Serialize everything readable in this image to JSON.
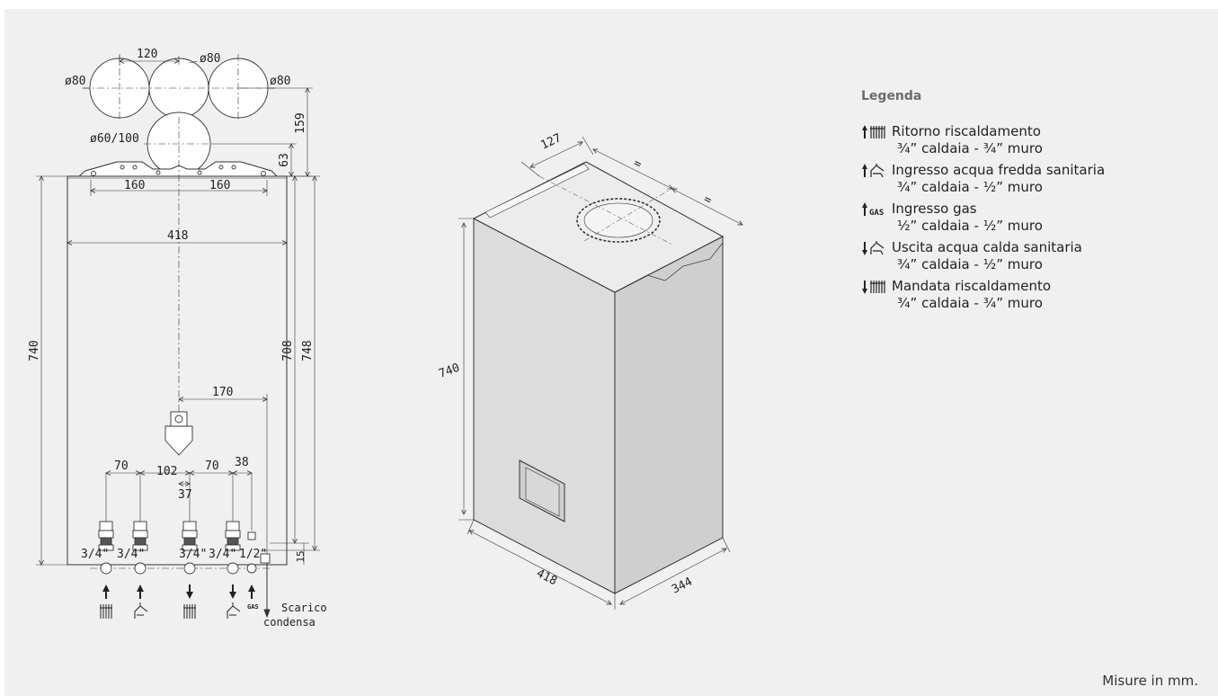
{
  "front_view": {
    "flue_diameters": [
      "ø80",
      "ø80",
      "ø80"
    ],
    "coaxial_flue": "ø60/100",
    "dim_flue_spacing": "120",
    "dim_flue_height": "159",
    "dim_coaxial_height": "63",
    "dim_bracket_left": "160",
    "dim_bracket_right": "160",
    "dim_width": "418",
    "dim_height_total": "740",
    "dim_height_708": "708",
    "dim_height_748": "748",
    "dim_170": "170",
    "dim_70_left": "70",
    "dim_102": "102",
    "dim_70_right": "70",
    "dim_38": "38",
    "dim_37": "37",
    "dim_15": "15",
    "connection_sizes": [
      "3/4\"",
      "3/4\"",
      "3/4\"",
      "3/4\"",
      "1/2\""
    ],
    "condensate_label_1": "Scarico",
    "condensate_label_2": "condensa",
    "gas_label": "GAS"
  },
  "iso_view": {
    "dim_depth_top": "127",
    "dim_height": "740",
    "dim_width": "418",
    "dim_depth": "344",
    "equal_mark": "="
  },
  "legend": {
    "title": "Legenda",
    "items": [
      {
        "icon": "heating-return-icon",
        "label": "Ritorno riscaldamento",
        "sub": "³⁄₄” caldaia - ³⁄₄” muro"
      },
      {
        "icon": "cold-water-inlet-icon",
        "label": "Ingresso acqua fredda sanitaria",
        "sub": "³⁄₄” caldaia - ¹⁄₂” muro"
      },
      {
        "icon": "gas-inlet-icon",
        "label": "Ingresso gas",
        "sub": "¹⁄₂” caldaia - ¹⁄₂” muro"
      },
      {
        "icon": "hot-water-outlet-icon",
        "label": "Uscita acqua calda sanitaria",
        "sub": "³⁄₄” caldaia - ¹⁄₂” muro"
      },
      {
        "icon": "heating-flow-icon",
        "label": "Mandata riscaldamento",
        "sub": "³⁄₄” caldaia - ³⁄₄” muro"
      }
    ],
    "gas_icon_text": "GAS"
  },
  "footnote": "Misure in mm."
}
